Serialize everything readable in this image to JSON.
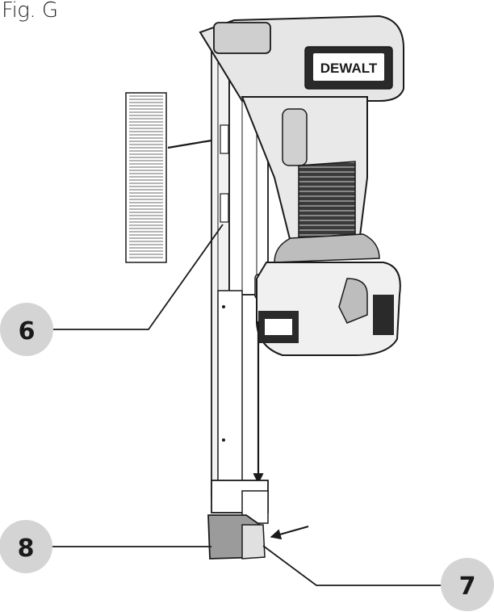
{
  "figure": {
    "label": "Fig. G"
  },
  "tool": {
    "brand": "DEWALT"
  },
  "callouts": [
    {
      "number": "6"
    },
    {
      "number": "8"
    },
    {
      "number": "7"
    }
  ],
  "colors": {
    "callout_fill": "#d4d4d4",
    "line": "#1a1a1a",
    "tool_dark": "#2a2a2a",
    "tool_mid": "#8f8f8f",
    "tool_light": "#e6e6e6"
  },
  "icons": [
    "arrow-right-icon",
    "arrow-down-icon",
    "arrow-left-icon"
  ]
}
